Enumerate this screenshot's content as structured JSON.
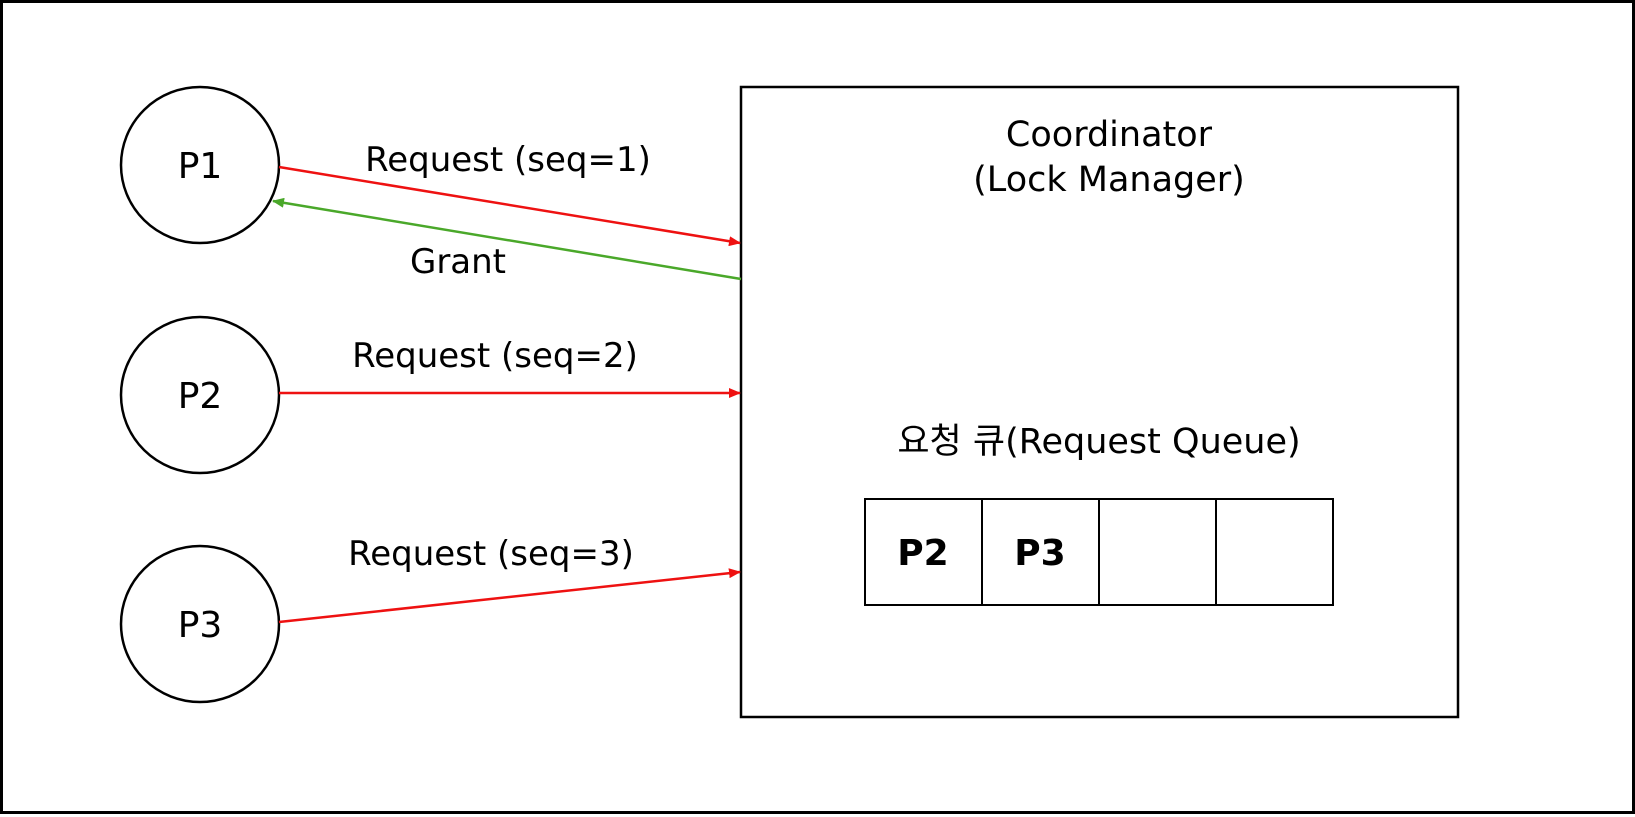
{
  "colors": {
    "request_arrow": "#ee1111",
    "grant_arrow": "#4aa82a",
    "outline": "#000000",
    "background": "#ffffff"
  },
  "processes": [
    {
      "id": "p1",
      "label": "P1"
    },
    {
      "id": "p2",
      "label": "P2"
    },
    {
      "id": "p3",
      "label": "P3"
    }
  ],
  "coordinator": {
    "title_line1": "Coordinator",
    "title_line2": "(Lock Manager)"
  },
  "queue": {
    "title": "요청 큐(Request Queue)",
    "cells": [
      "P2",
      "P3",
      "",
      ""
    ]
  },
  "edges": {
    "p1_request": "Request (seq=1)",
    "p1_grant": "Grant",
    "p2_request": "Request (seq=2)",
    "p3_request": "Request (seq=3)"
  }
}
